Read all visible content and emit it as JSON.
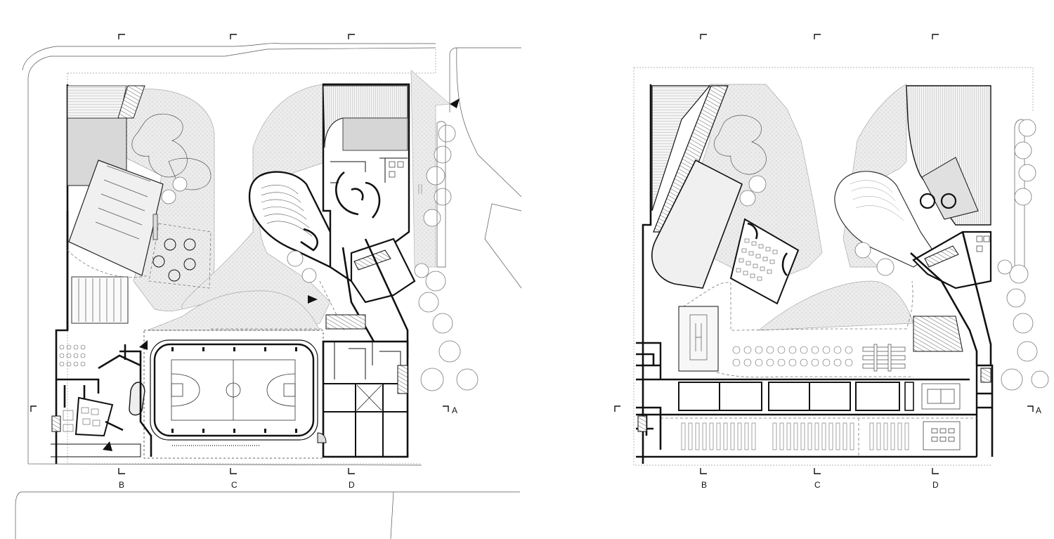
{
  "plans": [
    {
      "id": "ground",
      "section_labels": {
        "A": "A",
        "B": "B",
        "C": "C",
        "D": "D"
      }
    },
    {
      "id": "upper",
      "section_labels": {
        "A": "A",
        "B": "B",
        "C": "C",
        "D": "D"
      }
    }
  ],
  "colors": {
    "line": "#111111",
    "thin_line": "#555555",
    "paving": "#e6e6e6",
    "roof_hatch": "#bdbdbd",
    "background": "#ffffff"
  }
}
